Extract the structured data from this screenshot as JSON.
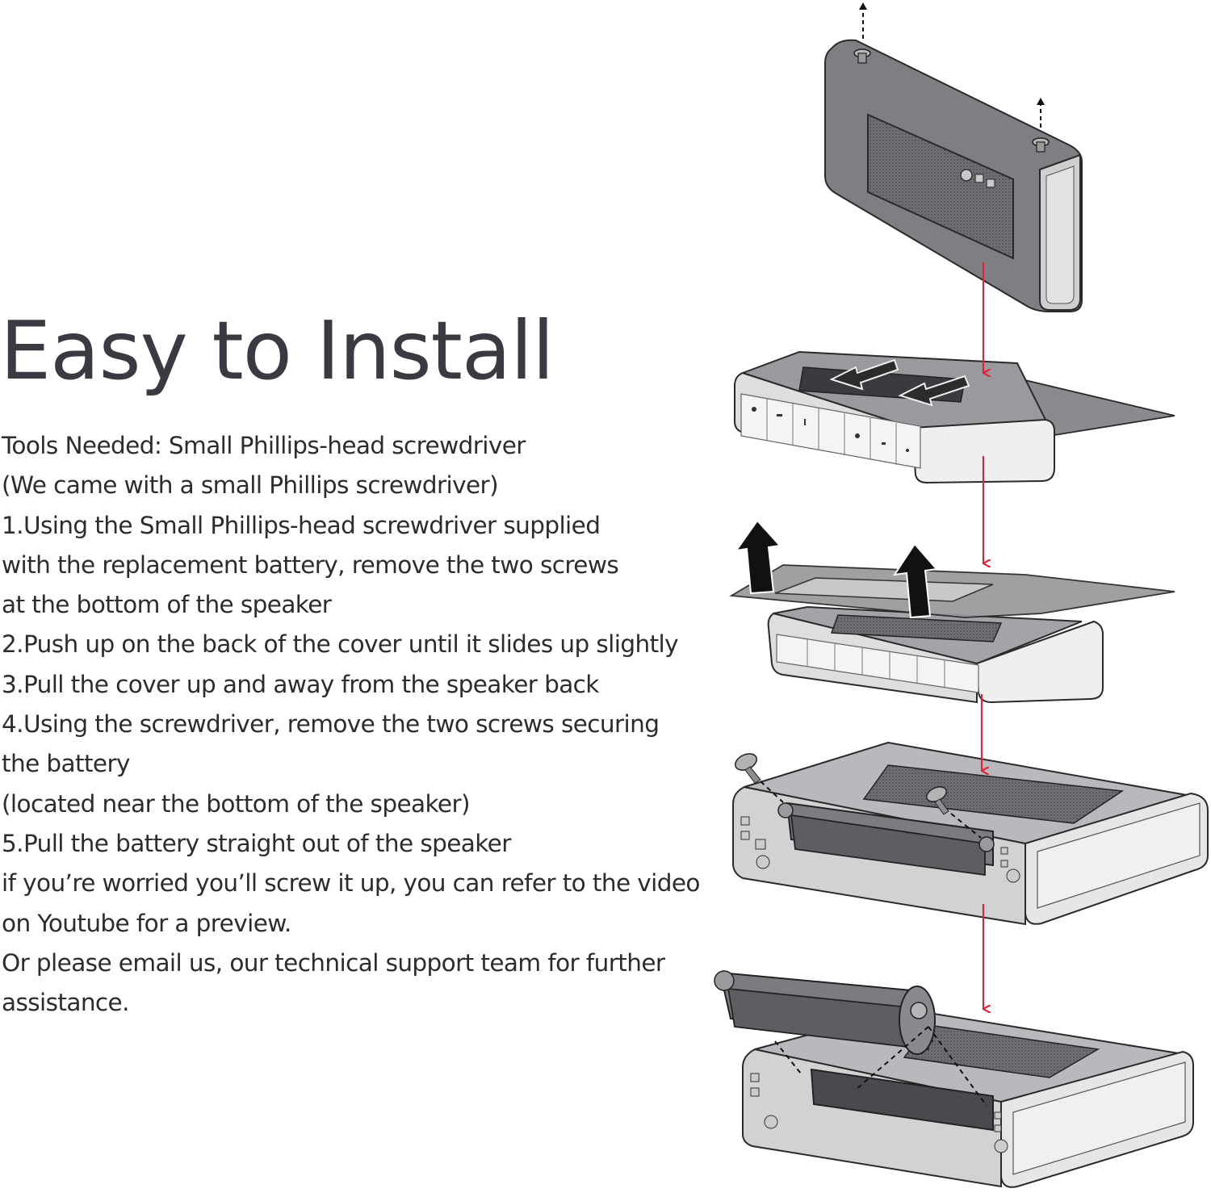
{
  "title": "Easy to Install",
  "lines": [
    "Tools Needed: Small Phillips-head screwdriver",
    "(We came with a small Phillips screwdriver)",
    "1.Using the Small Phillips-head screwdriver supplied",
    "with the replacement battery, remove the two screws",
    "at the bottom of the speaker",
    "2.Push up on the back of the cover until it slides up slightly",
    "3.Pull the cover up and away from the speaker back",
    "4.Using the screwdriver, remove the two screws securing",
    "the battery",
    "(located near the bottom of the speaker)",
    "5.Pull the battery straight out of the speaker",
    "if you’re worried you’ll screw it up, you can refer to the video",
    "on Youtube for a preview.",
    "Or please email us, our technical support team for further",
    "assistance."
  ],
  "colors": {
    "arrow": "#d9263a",
    "device_dark": "#7a7a7e",
    "device_mid": "#a9a9ad",
    "device_light": "#d6d6d8",
    "outline": "#2a2a2a"
  },
  "icons": [
    "screw-icon",
    "up-arrow-icon",
    "down-arrow-icon",
    "speaker-illustration",
    "battery-illustration"
  ]
}
